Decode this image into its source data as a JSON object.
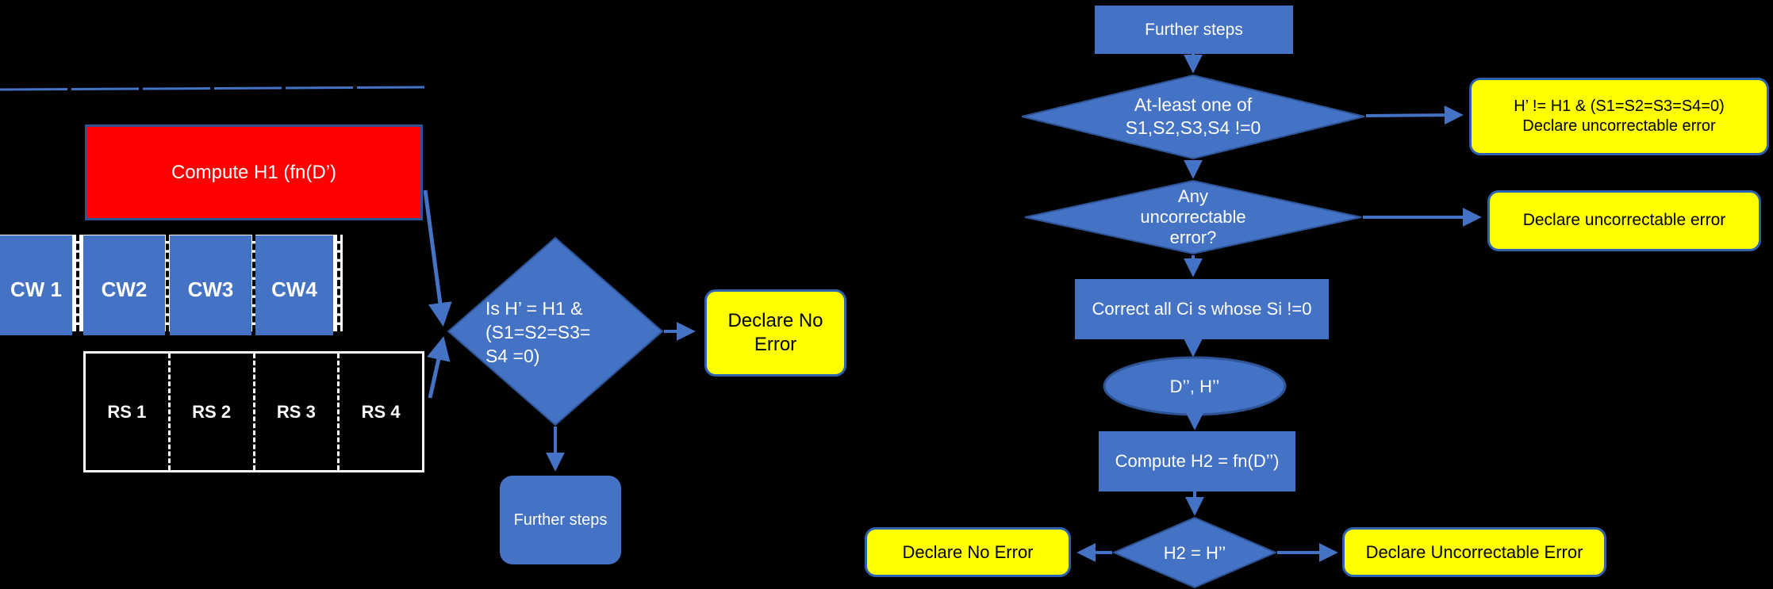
{
  "colors": {
    "accent_blue": "#4472C4",
    "border_blue": "#2F5496",
    "arrow_blue": "#4472C4",
    "shape_red": "#FF0000",
    "shape_yellow": "#FFFF00",
    "text_white": "#FFFFFF",
    "text_black": "#000000",
    "bg_black": "#000000"
  },
  "left": {
    "compute_h1_label": "Compute H1 (fn(D’)",
    "cw_cells": [
      "CW 1",
      "CW2",
      "CW3",
      "CW4"
    ],
    "rs_cells": [
      "RS 1",
      "RS 2",
      "RS 3",
      "RS 4"
    ],
    "decision": {
      "line1": "Is H’ = H1 &",
      "line2": "(S1=S2=S3=",
      "line3": "S4 =0)"
    },
    "declare_no_error": {
      "line1": "Declare No",
      "line2": "Error"
    },
    "further_steps_label": "Further steps"
  },
  "right": {
    "further_steps_label": "Further steps",
    "decision1": {
      "line1": "At-least one of",
      "line2": "S1,S2,S3,S4 !=0"
    },
    "outcome1": {
      "line1": "H’ != H1 & (S1=S2=S3=S4=0)",
      "line2": "Declare uncorrectable error"
    },
    "decision2": {
      "line1": "Any",
      "line2": "uncorrectable",
      "line3": "error?"
    },
    "outcome2_label": "Declare uncorrectable error",
    "correct_step_label": "Correct all Ci s whose Si !=0",
    "data_ellipse_label": "D’’, H’’",
    "compute_h2_label": "Compute H2 = fn(D’’)",
    "decision3_label": "H2 = H’’",
    "declare_no_error_label": "Declare No Error",
    "declare_uncorrectable_label": "Declare Uncorrectable Error"
  }
}
